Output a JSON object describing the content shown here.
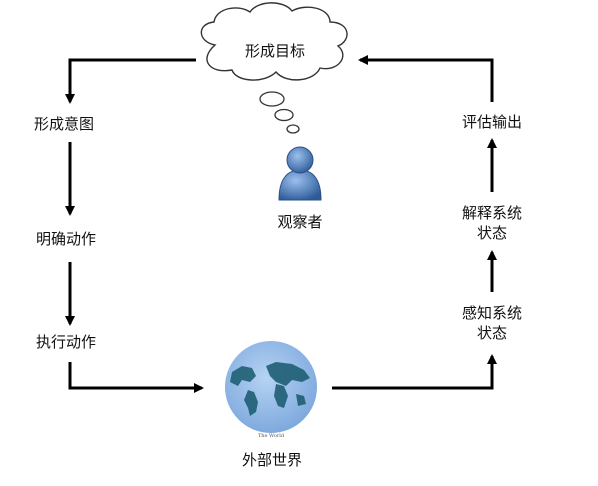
{
  "diagram": {
    "goal": "形成目标",
    "intention": "形成意图",
    "action_spec": "明确动作",
    "execute": "执行动作",
    "observer": "观察者",
    "world": "外部世界",
    "evaluate": "评估输出",
    "interpret_line1": "解释系统",
    "interpret_line2": "状态",
    "perceive_line1": "感知系统",
    "perceive_line2": "状态",
    "globe_caption": "The World"
  },
  "colors": {
    "arrow": "#000000",
    "globe_ocean": "#8fb8e8",
    "globe_land": "#1f5f74",
    "person": "#4a78b8"
  }
}
